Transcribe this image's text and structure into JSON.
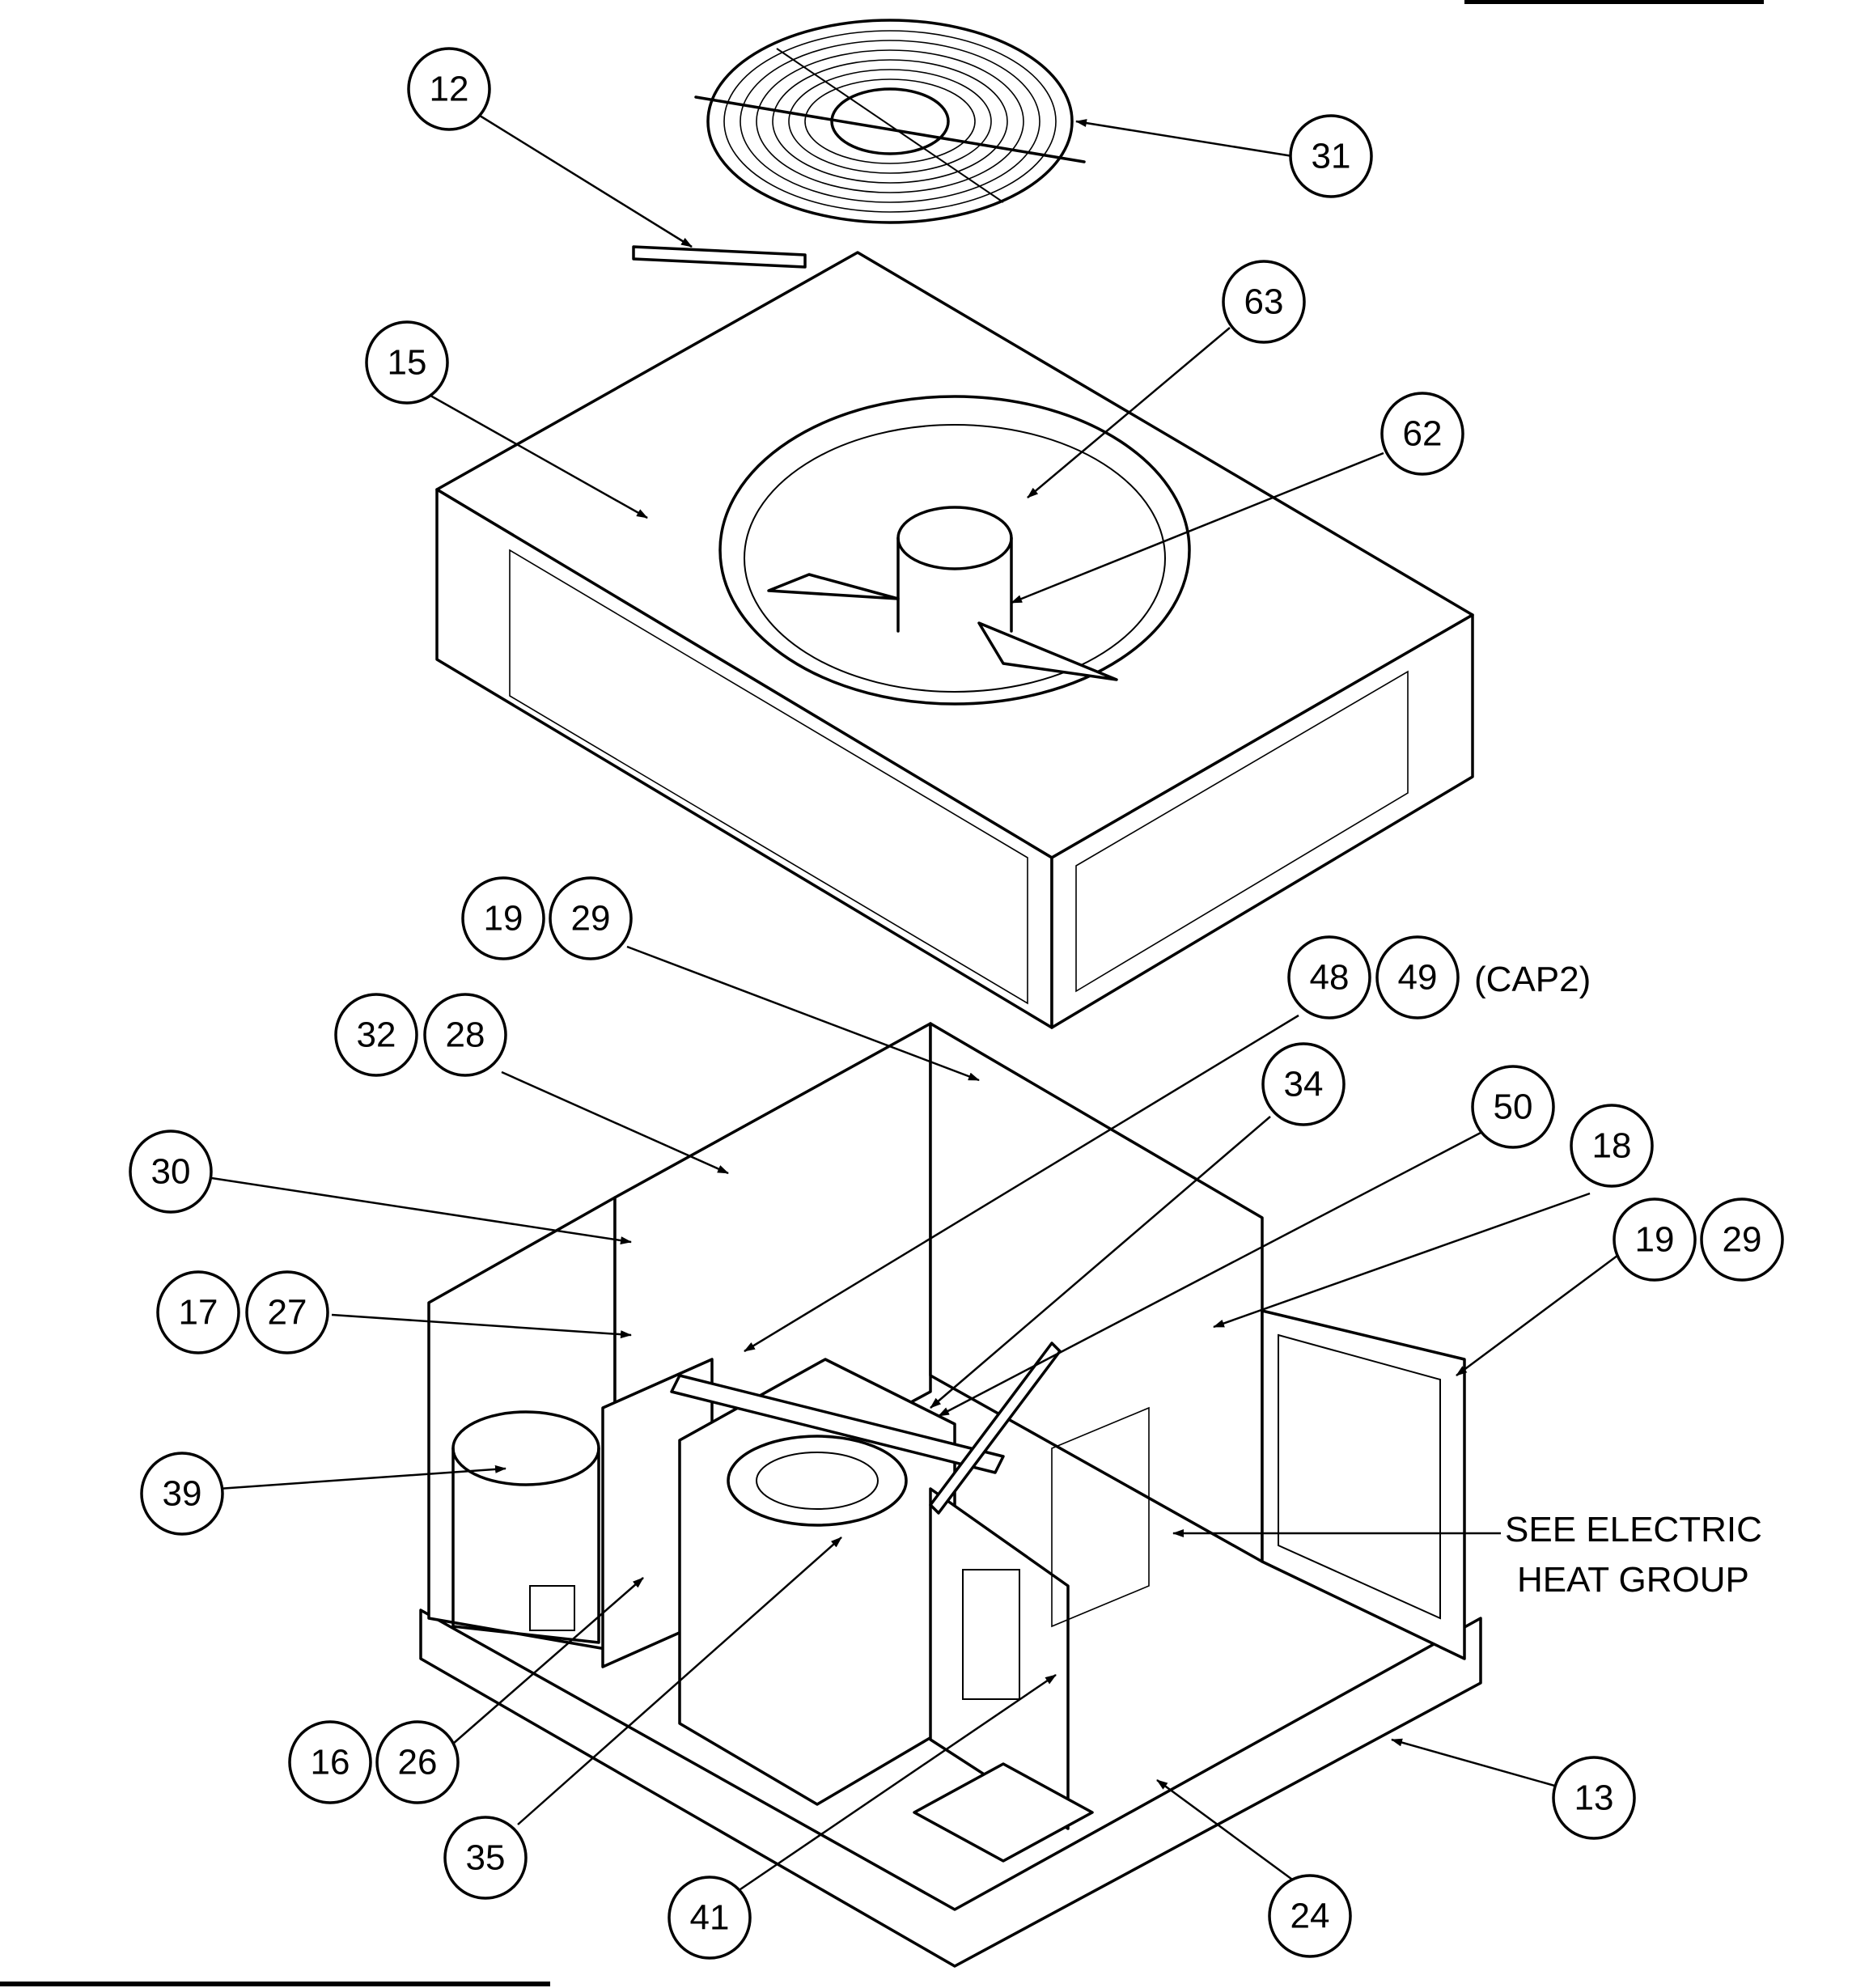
{
  "callouts": [
    {
      "id": "12"
    },
    {
      "id": "31"
    },
    {
      "id": "15"
    },
    {
      "id": "63"
    },
    {
      "id": "62"
    },
    {
      "id": "19"
    },
    {
      "id": "29"
    },
    {
      "id": "48"
    },
    {
      "id": "49"
    },
    {
      "id": "32"
    },
    {
      "id": "28"
    },
    {
      "id": "34"
    },
    {
      "id": "50"
    },
    {
      "id": "18"
    },
    {
      "id": "30"
    },
    {
      "id": "19"
    },
    {
      "id": "29"
    },
    {
      "id": "17"
    },
    {
      "id": "27"
    },
    {
      "id": "39"
    },
    {
      "id": "16"
    },
    {
      "id": "26"
    },
    {
      "id": "35"
    },
    {
      "id": "41"
    },
    {
      "id": "24"
    },
    {
      "id": "13"
    }
  ],
  "notes": {
    "cap2": "(CAP2)",
    "electric_heat_line1": "SEE ELECTRIC",
    "electric_heat_line2": "HEAT GROUP"
  }
}
